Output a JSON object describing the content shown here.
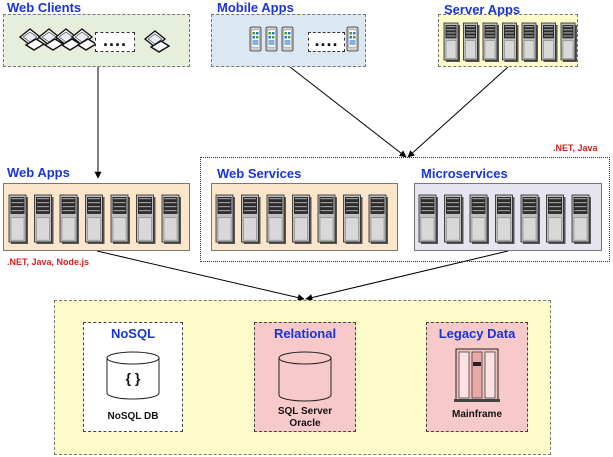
{
  "groups": {
    "web_clients": {
      "title": "Web Clients"
    },
    "mobile_apps": {
      "title": "Mobile Apps"
    },
    "server_apps": {
      "title": "Server Apps"
    },
    "web_apps": {
      "title": "Web Apps",
      "note": ".NET, Java, Node.js"
    },
    "services_note": ".NET, Java",
    "web_services": {
      "title": "Web Services"
    },
    "microservices": {
      "title": "Microservices"
    }
  },
  "ellipsis": "....",
  "data_tier": {
    "nosql": {
      "title": "NoSQL",
      "icon_text": "{ }",
      "caption": "NoSQL DB"
    },
    "relational": {
      "title": "Relational",
      "caption_line1": "SQL Server",
      "caption_line2": "Oracle"
    },
    "legacy": {
      "title": "Legacy Data",
      "caption": "Mainframe"
    }
  },
  "colors": {
    "title_blue": "#1a35d6",
    "note_red": "#d42020",
    "green_fill": "#e6efdc",
    "blue_fill": "#dbe8f1",
    "yellow_fill": "#fdfbc9",
    "peach_fill": "#fbe6cc",
    "lavender_fill": "#e6e4ef",
    "pink_fill": "#f8c9c9",
    "data_tier_fill": "#fdfbc9"
  }
}
